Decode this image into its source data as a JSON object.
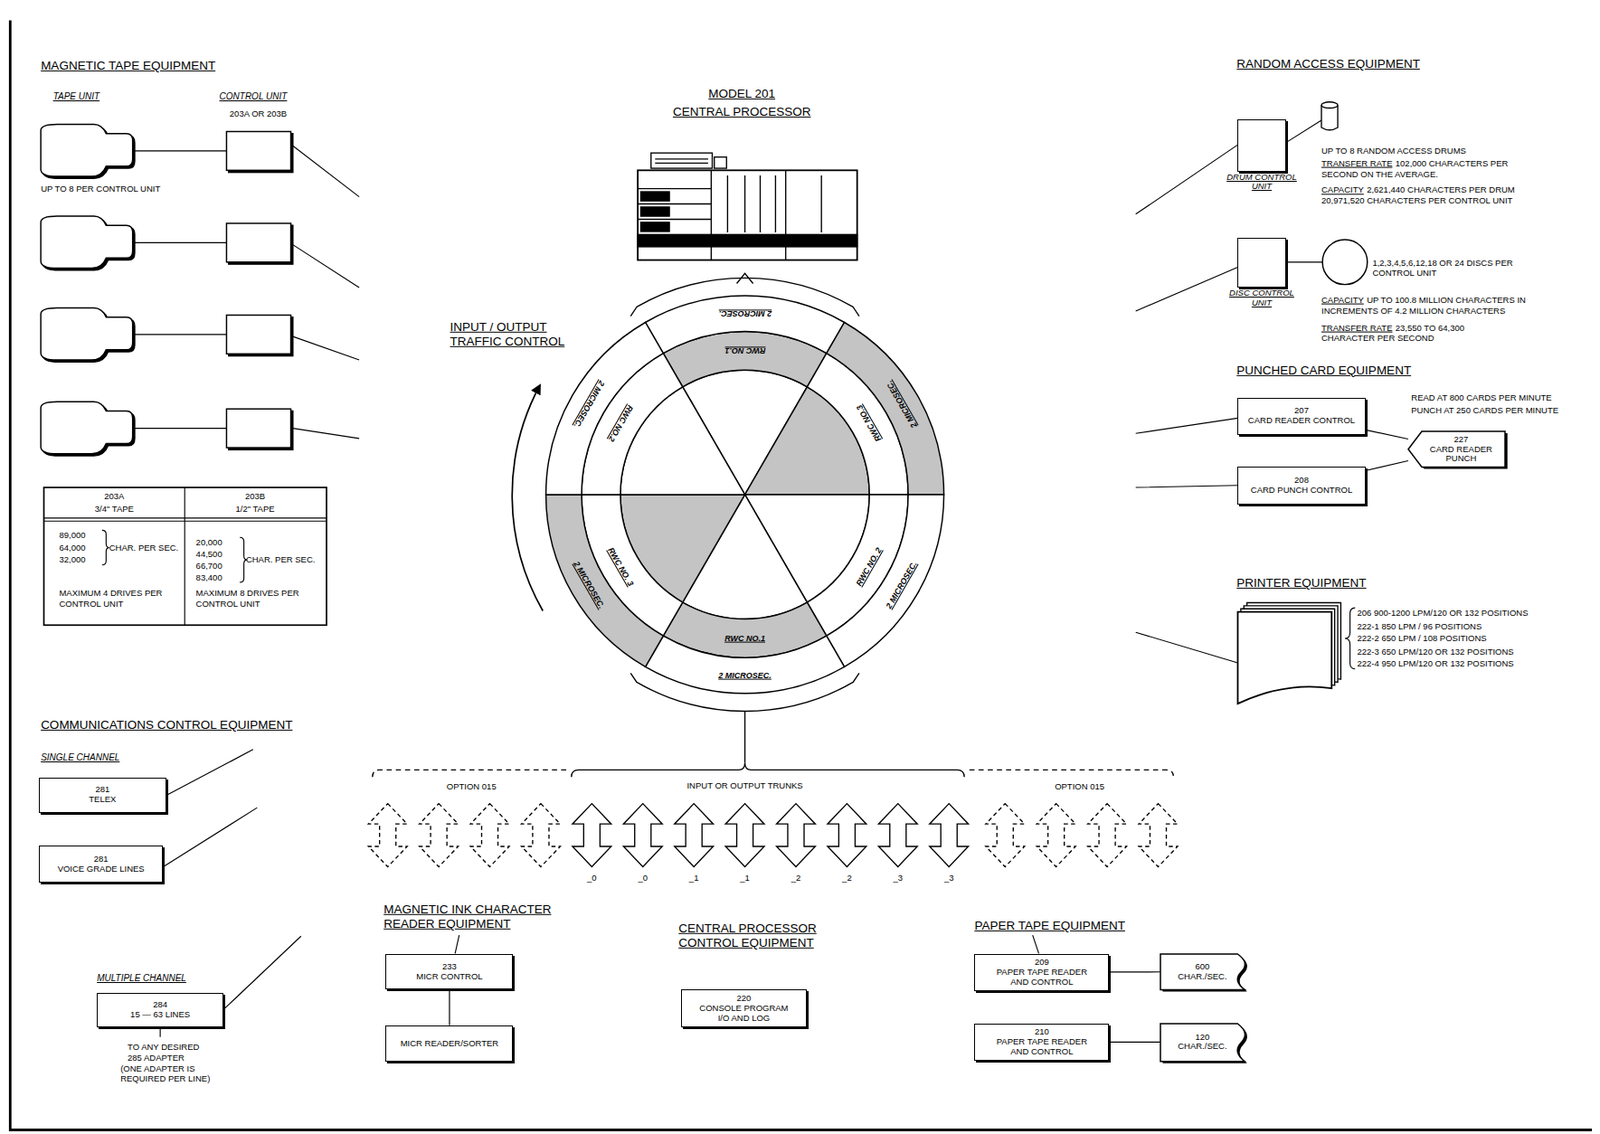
{
  "diagram": {
    "nodes": [
      {
        "text": [
          "DRUM CONTROL UNIT"
        ]
      },
      {
        "text": [
          "DISC CONTROL UNIT"
        ]
      },
      {
        "text": [
          "207",
          "CARD READER CONTROL"
        ]
      },
      {
        "text": [
          "227",
          "CARD READER PUNCH"
        ]
      },
      {
        "text": [
          "208",
          "CARD PUNCH CONTROL"
        ]
      },
      {
        "text": [
          "281",
          "TELEX"
        ]
      },
      {
        "text": [
          "281",
          "VOICE GRADE LINES"
        ]
      },
      {
        "text": [
          "284",
          "15 — 63 LINES"
        ]
      },
      {
        "text": [
          "233",
          "MICR CONTROL"
        ]
      },
      {
        "text": [
          "MICR READER/SORTER"
        ]
      },
      {
        "text": [
          "220",
          "CONSOLE PROGRAM I/O AND LOG"
        ]
      },
      {
        "text": [
          "209",
          "PAPER TAPE READER AND CONTROL"
        ]
      },
      {
        "text": [
          "600",
          "CHAR./SEC."
        ]
      },
      {
        "text": [
          "210",
          "PAPER TAPE READER AND CONTROL"
        ]
      },
      {
        "text": [
          "120",
          "CHAR./SEC."
        ]
      }
    ],
    "edges": [
      {
        "from": 2,
        "to": 3,
        "arrow": "none"
      },
      {
        "from": 4,
        "to": 3,
        "arrow": "none"
      },
      {
        "from": 8,
        "to": 9,
        "arrow": "none"
      },
      {
        "from": 11,
        "to": 12,
        "arrow": "none"
      },
      {
        "from": 13,
        "to": 14,
        "arrow": "none"
      }
    ],
    "labels": [
      "MAGNETIC TAPE EQUIPMENT",
      "TAPE UNIT",
      "CONTROL UNIT",
      "203A OR 203B",
      "UP TO 8 PER CONTROL UNIT",
      "203A",
      "3/4\" TAPE",
      "203B",
      "1/2\" TAPE",
      "89,000",
      "64,000",
      "32,000",
      "CHAR. PER SEC.",
      "MAXIMUM 4 DRIVES PER CONTROL UNIT",
      "20,000",
      "44,500",
      "66,700",
      "83,400",
      "CHAR. PER SEC.",
      "MAXIMUM 8 DRIVES PER CONTROL UNIT",
      "MODEL 201",
      "CENTRAL PROCESSOR",
      "INPUT / OUTPUT TRAFFIC CONTROL",
      "2 MICROSEC.",
      "2 MICROSEC.",
      "2 MICROSEC.",
      "2 MICROSEC.",
      "2 MICROSEC.",
      "2 MICROSEC.",
      "RWC NO.1",
      "RWC NO.3",
      "RWC NO. 2",
      "RWC NO.1",
      "RWC NO. 3",
      "RWC NO.2",
      "RANDOM ACCESS EQUIPMENT",
      "UP TO 8 RANDOM ACCESS DRUMS",
      "TRANSFER RATE",
      "102,000 CHARACTERS PER SECOND ON THE AVERAGE.",
      "CAPACITY",
      "2,621,440 CHARACTERS PER DRUM",
      "20,971,520 CHARACTERS PER CONTROL UNIT",
      "1,2,3,4,5,6,12,18 OR 24 DISCS PER CONTROL UNIT",
      "CAPACITY",
      "UP TO 100.8 MILLION CHARACTERS IN INCREMENTS OF 4.2 MILLION CHARACTERS",
      "TRANSFER RATE",
      "23,550 TO 64,300 CHARACTER PER SECOND",
      "PUNCHED CARD EQUIPMENT",
      "READ AT 800 CARDS PER MINUTE",
      "PUNCH AT 250 CARDS PER MINUTE",
      "PRINTER EQUIPMENT",
      "206 900-1200 LPM/120 OR 132 POSITIONS",
      "222-1 850 LPM / 96 POSITIONS",
      "222-2 650 LPM / 108 POSITIONS",
      "222-3 650 LPM/120 OR 132 POSITIONS",
      "222-4 950 LPM/120 OR 132 POSITIONS",
      "COMMUNICATIONS CONTROL EQUIPMENT",
      "SINGLE CHANNEL",
      "MULTIPLE CHANNEL",
      "TO ANY DESIRED 285 ADAPTER",
      "(ONE ADAPTER IS REQUIRED PER LINE)",
      "OPTION 015",
      "INPUT OR OUTPUT TRUNKS",
      "OPTION 015",
      "_0",
      "_0",
      "_1",
      "_1",
      "_2",
      "_2",
      "_3",
      "_3",
      "MAGNETIC INK CHARACTER READER EQUIPMENT",
      "CENTRAL PROCESSOR CONTROL EQUIPMENT",
      "PAPER TAPE EQUIPMENT"
    ]
  }
}
